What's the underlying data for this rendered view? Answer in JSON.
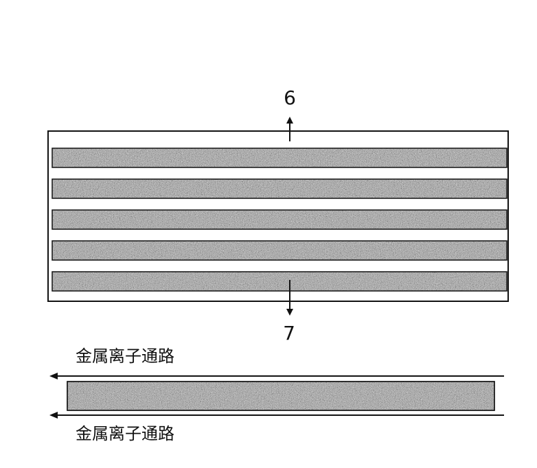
{
  "labels": {
    "top_number": "6",
    "bottom_number": "7",
    "channel_label_top": "金属离子通路",
    "channel_label_bottom": "金属离子通路"
  },
  "stack": {
    "layer_count": 5
  },
  "colors": {
    "line": "#111111",
    "layer_fill": "#9c9c9c",
    "layer_speckle_dark": "#555555",
    "layer_speckle_light": "#d9d9d9",
    "background": "#ffffff"
  },
  "icons": {
    "up_arrow": "arrow-up-icon",
    "down_arrow": "arrow-down-icon",
    "left_arrow": "arrow-left-icon"
  }
}
